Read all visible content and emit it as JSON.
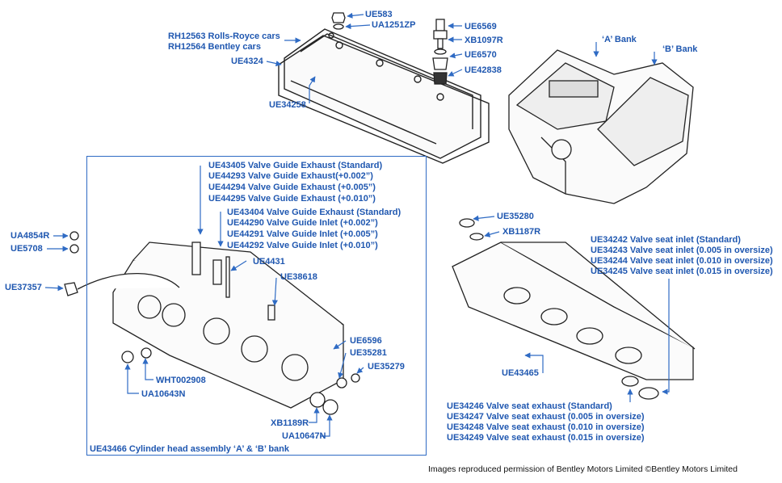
{
  "colors": {
    "label": "#1f57b0",
    "line": "#2f6bc4",
    "drawing": "#222222"
  },
  "labels": {
    "ue583": "UE583",
    "ua1251zp": "UA1251ZP",
    "ue6569": "UE6569",
    "xb1097r": "XB1097R",
    "ue6570": "UE6570",
    "ue42838": "UE42838",
    "rh12563": "RH12563 Rolls-Royce cars",
    "rh12564": "RH12564 Bentley cars",
    "ue4324": "UE4324",
    "ue34258": "UE34258",
    "a_bank": "‘A’ Bank",
    "b_bank": "‘B’ Bank",
    "ue43405": "UE43405 Valve Guide Exhaust (Standard)",
    "ue44293": "UE44293 Valve Guide Exhaust(+0.002”)",
    "ue44294": "UE44294 Valve Guide Exhaust (+0.005”)",
    "ue44295": "UE44295 Valve Guide Exhaust (+0.010”)",
    "ue43404": "UE43404 Valve Guide Exhaust (Standard)",
    "ue44290": "UE44290 Valve Guide Inlet (+0.002”)",
    "ue44291": "UE44291 Valve Guide Inlet (+0.005”)",
    "ue44292": "UE44292 Valve Guide Inlet (+0.010”)",
    "ua4854r": "UA4854R",
    "ue5708": "UE5708",
    "ue4431": "UE4431",
    "ue37357": "UE37357",
    "ue38618": "UE38618",
    "ue6596": "UE6596",
    "ue35281": "UE35281",
    "ue35279": "UE35279",
    "wht002908": "WHT002908",
    "ua10643n": "UA10643N",
    "xb1189r": "XB1189R",
    "ua10647n": "UA10647N",
    "ue43466": "UE43466 Cylinder head assembly ‘A’ & ‘B’ bank",
    "ue35280": "UE35280",
    "xb1187r": "XB1187R",
    "ue34242": "UE34242 Valve seat inlet (Standard)",
    "ue34243": "UE34243 Valve seat inlet (0.005 in oversize)",
    "ue34244": "UE34244 Valve seat inlet (0.010 in oversize)",
    "ue34245": "UE34245 Valve seat inlet (0.015 in oversize)",
    "ue43465": "UE43465",
    "ue34246": "UE34246 Valve seat exhaust (Standard)",
    "ue34247": "UE34247 Valve seat exhaust (0.005 in oversize)",
    "ue34248": "UE34248 Valve seat exhaust (0.010 in oversize)",
    "ue34249": "UE34249 Valve seat exhaust (0.015 in oversize)"
  },
  "credit": "Images reproduced permission of Bentley Motors Limited ©Bentley Motors Limited"
}
